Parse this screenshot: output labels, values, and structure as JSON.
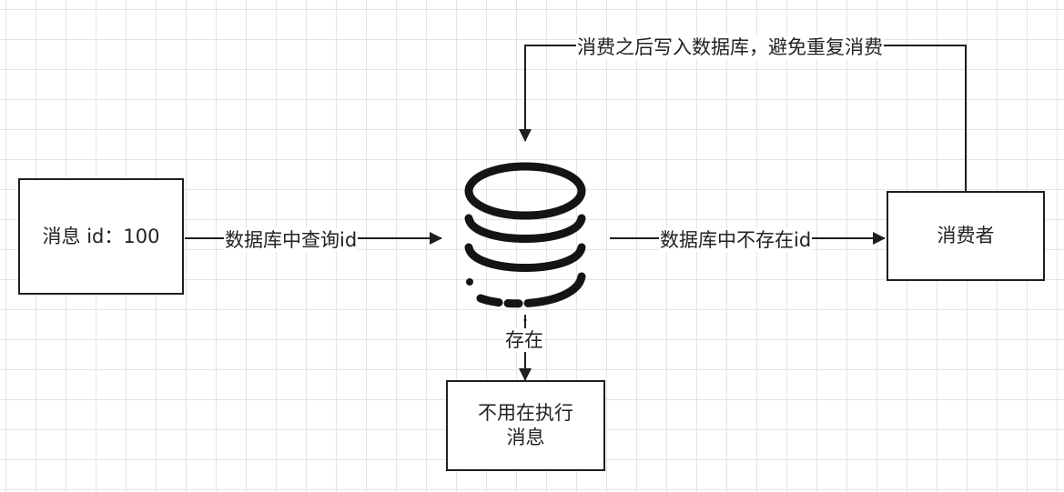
{
  "nodes": {
    "message": {
      "label": "消息 id：100"
    },
    "consumer": {
      "label": "消费者"
    },
    "skip": {
      "label_line1": "不用在执行",
      "label_line2": "消息"
    }
  },
  "edges": {
    "query": {
      "label": "数据库中查询id"
    },
    "not_exist": {
      "label": "数据库中不存在id"
    },
    "exists": {
      "label": "存在"
    },
    "write_back": {
      "label": "消费之后写入数据库，避免重复消费"
    }
  },
  "icons": {
    "database": "database-icon"
  },
  "colors": {
    "stroke": "#1f1f1f",
    "grid": "#e4e4e4",
    "background": "#ffffff"
  }
}
